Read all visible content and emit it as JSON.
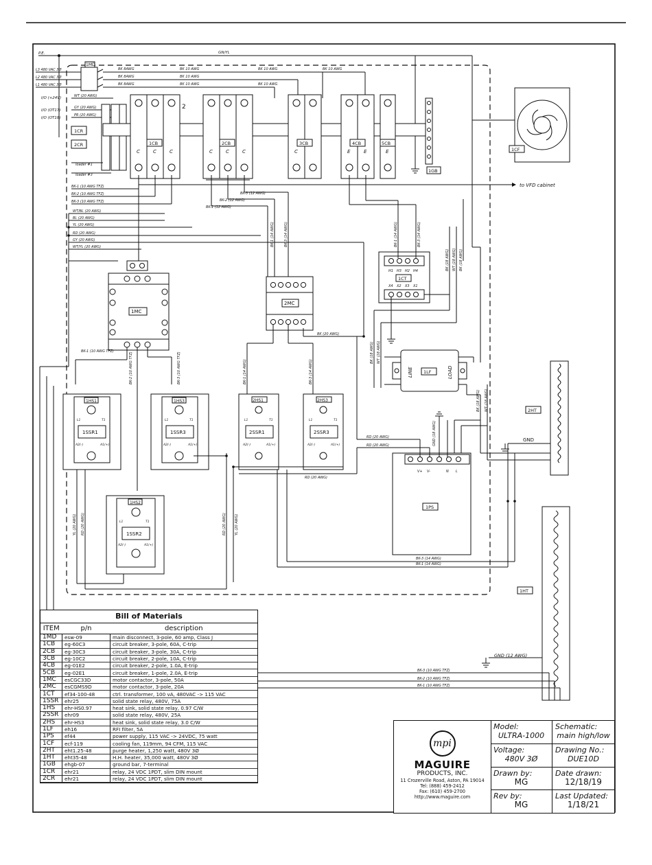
{
  "bill_of_materials": {
    "title": "Bill of Materials",
    "columns": [
      "ITEM",
      "p/n",
      "description"
    ],
    "rows": [
      {
        "item": "1MD",
        "pn": "esw-09",
        "desc": "main disconnect, 3-pole, 60 amp, Class J"
      },
      {
        "item": "1CB",
        "pn": "eg-60C3",
        "desc": "circuit breaker, 3-pole, 60A, C-trip"
      },
      {
        "item": "2CB",
        "pn": "eg-30C3",
        "desc": "circuit breaker, 3-pole, 30A, C-trip"
      },
      {
        "item": "3CB",
        "pn": "eg-10C2",
        "desc": "circuit breaker, 2-pole, 10A, C-trip"
      },
      {
        "item": "4CB",
        "pn": "eg-01E2",
        "desc": "circuit breaker, 2-pole, 1.0A, E-trip"
      },
      {
        "item": "5CB",
        "pn": "eg-02E1",
        "desc": "circuit breaker, 1-pole, 2.0A, E-trip"
      },
      {
        "item": "1MC",
        "pn": "esCGC33D",
        "desc": "motor contactor, 3-pole, 50A"
      },
      {
        "item": "2MC",
        "pn": "esCGMS9D",
        "desc": "motor contactor, 3-pole, 20A"
      },
      {
        "item": "1CT",
        "pn": "ef34-100-48",
        "desc": "ctrl. transformer, 100 vA, 480VAC -> 115 VAC"
      },
      {
        "item": "1SSR",
        "pn": "ehr25",
        "desc": "solid state relay, 480V, 75A"
      },
      {
        "item": "1HS",
        "pn": "ehr-HS0.97",
        "desc": "heat sink, solid state relay, 0.97 C/W"
      },
      {
        "item": "2SSR",
        "pn": "ehr09",
        "desc": "solid state relay, 480V, 25A"
      },
      {
        "item": "2HS",
        "pn": "ehr-HS3",
        "desc": "heat sink, solid state relay, 3.0 C/W"
      },
      {
        "item": "1LF",
        "pn": "eh16",
        "desc": "RFI filter, 5A"
      },
      {
        "item": "1PS",
        "pn": "ef44",
        "desc": "power supply, 115 VAC -> 24VDC, 75 watt"
      },
      {
        "item": "1CF",
        "pn": "ecf-119",
        "desc": "cooling fan, 119mm, 94 CFM, 115 VAC"
      },
      {
        "item": "2HT",
        "pn": "eht1.25-48",
        "desc": "purge heater, 1,250 watt, 480V 3Ø"
      },
      {
        "item": "1HT",
        "pn": "eht35-48",
        "desc": "H.H. heater, 35,000 watt, 480V 3Ø"
      },
      {
        "item": "1GB",
        "pn": "ehgb-07",
        "desc": "ground bar, 7-terminal"
      },
      {
        "item": "1CR",
        "pn": "ehr21",
        "desc": "relay, 24 VDC 1PDT, slim DIN mount"
      },
      {
        "item": "2CR",
        "pn": "ehr21",
        "desc": "relay, 24 VDC 1PDT, slim DIN mount"
      }
    ]
  },
  "title_block": {
    "logo_mark": "mpi",
    "company": "MAGUIRE",
    "company_sub": "PRODUCTS, INC.",
    "address": "11 Crozerville Road, Aston, PA 19014",
    "tel": "Tel: (888) 459-2412",
    "fax": "Fax: (610) 459-2700",
    "web": "http://www.maguire.com",
    "model_label": "Model:",
    "model_value": "ULTRA-1000",
    "schematic_label": "Schematic:",
    "schematic_value": "main high/low",
    "voltage_label": "Voltage:",
    "voltage_value": "480V 3Ø",
    "drawing_label": "Drawing No.:",
    "drawing_value": "DUE10D",
    "drawn_label": "Drawn by:",
    "drawn_value": "MG",
    "date_label": "Date drawn:",
    "date_value": "12/18/19",
    "rev_label": "Rev by:",
    "rev_value": "MG",
    "updated_label": "Last Updated:",
    "updated_value": "1/18/21"
  },
  "diagram": {
    "supply": [
      "P.E.",
      "L3 480 VAC 3Ø",
      "L2 480 VAC 3Ø",
      "L1 480 VAC 3Ø"
    ],
    "io": [
      "I/O (+24V)",
      "I/O (OT17)",
      "I/O (OT18)"
    ],
    "gnyl": "GN/YL",
    "wires_top": [
      "BK 8AWG",
      "BK 8AWG",
      "BK 8AWG",
      "BK 10 AWG",
      "BK 10 AWG",
      "BK 10 AWG",
      "BK 10 AWG",
      "BK 10 AWG",
      "BK 10 AWG",
      "BK 10 AWG"
    ],
    "io_wires": [
      "WT (20 AWG)",
      "GY (20 AWG)",
      "PR (20 AWG)"
    ],
    "components": {
      "md": "1MD",
      "cb1": "1CB",
      "cb2": "2CB",
      "cb3": "3CB",
      "cb4": "4CB",
      "cb5": "5CB",
      "gb": "1GB",
      "cf": "1CF",
      "cr1": "1CR",
      "cr2": "2CR",
      "mc1": "1MC",
      "mc2": "2MC",
      "ct": "1CT",
      "lf": "1LF",
      "ps": "1PS",
      "ssr1": "1SSR1",
      "ssr2": "1SSR2",
      "ssr3": "1SSR3",
      "ssr4": "2SSR1",
      "ssr5": "2SSR3",
      "hs1": "1HS1",
      "hs2": "1HS2",
      "hs3": "1HS3",
      "hs4": "2HS1",
      "hs5": "2HS3",
      "ht2": "2HT",
      "ht1": "1HT"
    },
    "trip": [
      "C",
      "C",
      "C",
      "C",
      "C",
      "C",
      "C",
      "E",
      "E",
      "E"
    ],
    "pole_mark": "2",
    "loader": [
      "loader #1",
      "loader #3"
    ],
    "vfd": "to VFD cabinet",
    "wires_left": [
      "BK-1 (10 AWG TFZ)",
      "BK-2 (10 AWG TFZ)",
      "BK-3 (10 AWG TFZ)",
      "WT/BL (20 AWG)",
      "BL (20 AWG)",
      "YL (20 AWG)",
      "RD (20 AWG)",
      "GY (20 AWG)",
      "WT/YL (20 AWG)"
    ],
    "wires_2cb": [
      "BK-3 (12 AWG)",
      "BK-2 (12 AWG)",
      "BK-1 (12 AWG)"
    ],
    "wires_misc": [
      "BK-1 (14 AWG)",
      "BK-3 (14 AWG)",
      "BK-1 (14 AWG)",
      "BK-3 (14 AWG)",
      "BK (20 AWG)",
      "BK (18 AWG)",
      "WT (18 AWG)",
      "BK (18 AWG)",
      "BK (18 AWG)",
      "BK (18 AWG)",
      "WT (18 AWG)",
      "BK-1 (14 AWG)",
      "BK-3 (14 AWG)",
      "BK (20 AWG)",
      "RD (20 AWG)",
      "RD (20 AWG)",
      "GND (18 AWG)",
      "BK-3 (14 AWG)",
      "BK-1 (14 AWG)",
      "BK-1 (10 AWG TFZ)",
      "BK-2 (10 AWG TFZ)",
      "BK-3 (10 AWG TFZ)",
      "YL (20 AWG)",
      "RD (20 AWG)",
      "RD (20 AWG)",
      "YL (20 AWG)"
    ],
    "ssr_terms": [
      "L1",
      "T1",
      "A2(-)",
      "A1(+)"
    ],
    "ct_terms": [
      "H1",
      "H3",
      "H2",
      "H4",
      "X4",
      "X2",
      "X3",
      "X1"
    ],
    "ps_terms": [
      "V+",
      "V-",
      "N",
      "L"
    ],
    "lf_terms": [
      "LINE",
      "LOAD"
    ],
    "gnd": "GND",
    "gnd12": "GND (12 AWG)"
  }
}
